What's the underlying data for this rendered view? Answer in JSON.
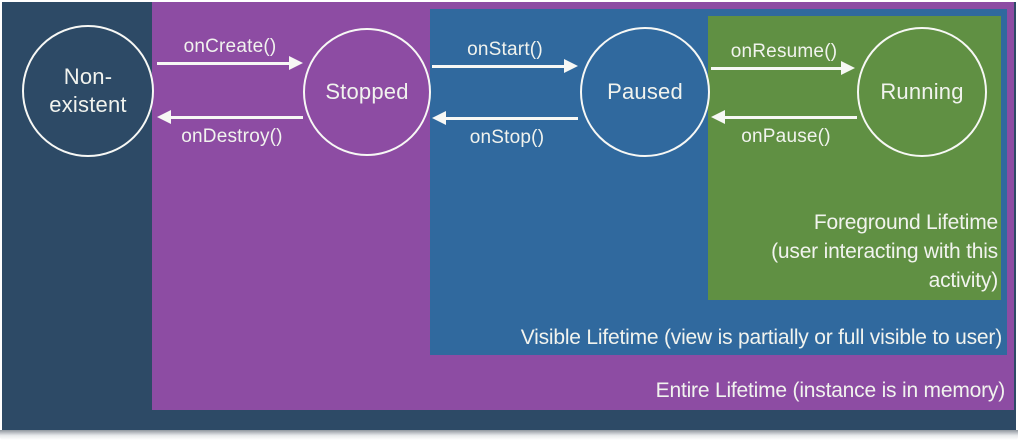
{
  "colors": {
    "slide_background": "#2d4a66",
    "entire_lifetime_region": "#8d4ca3",
    "visible_lifetime_region": "#30699e",
    "foreground_lifetime_region": "#609043",
    "text": "#f1f3ee",
    "arrow": "#f7f8f5"
  },
  "states": [
    {
      "label": "Non-existent"
    },
    {
      "label": "Stopped"
    },
    {
      "label": "Paused"
    },
    {
      "label": "Running"
    }
  ],
  "transitions": [
    {
      "label": "onCreate()",
      "from": "Non-existent",
      "to": "Stopped"
    },
    {
      "label": "onDestroy()",
      "from": "Stopped",
      "to": "Non-existent"
    },
    {
      "label": "onStart()",
      "from": "Stopped",
      "to": "Paused"
    },
    {
      "label": "onStop()",
      "from": "Paused",
      "to": "Stopped"
    },
    {
      "label": "onResume()",
      "from": "Paused",
      "to": "Running"
    },
    {
      "label": "onPause()",
      "from": "Running",
      "to": "Paused"
    }
  ],
  "regions": [
    {
      "label": "Entire Lifetime (instance is in memory)"
    },
    {
      "label": "Visible Lifetime (view is partially or full visible to user)"
    },
    {
      "label": "Foreground Lifetime\n(user interacting with this\nactivity)"
    }
  ]
}
